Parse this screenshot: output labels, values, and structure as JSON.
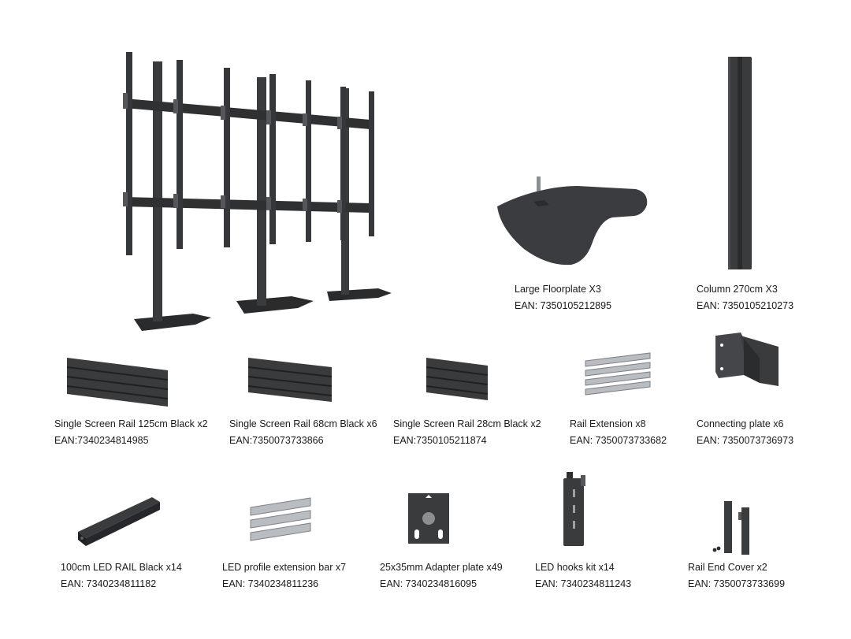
{
  "products": [
    {
      "id": "floorplate",
      "name": "Large Floorplate X3",
      "ean": "EAN: 7350105212895"
    },
    {
      "id": "column",
      "name": "Column 270cm X3",
      "ean": "EAN: 7350105210273"
    },
    {
      "id": "rail125",
      "name": "Single Screen Rail 125cm Black x2",
      "ean": "EAN:7340234814985"
    },
    {
      "id": "rail68",
      "name": "Single Screen Rail 68cm Black x6",
      "ean": "EAN:7350073733866"
    },
    {
      "id": "rail28",
      "name": "Single Screen Rail 28cm Black x2",
      "ean": "EAN:7350105211874"
    },
    {
      "id": "rail-extension",
      "name": "Rail Extension x8",
      "ean": "EAN: 7350073733682"
    },
    {
      "id": "connecting-plate",
      "name": "Connecting plate x6",
      "ean": "EAN: 7350073736973"
    },
    {
      "id": "led-rail",
      "name": "100cm LED RAIL  Black x14",
      "ean": "EAN: 7340234811182"
    },
    {
      "id": "led-profile-bar",
      "name": "LED profile extension bar x7",
      "ean": "EAN: 7340234811236"
    },
    {
      "id": "adapter-plate",
      "name": "25x35mm Adapter plate x49",
      "ean": "EAN: 7340234816095"
    },
    {
      "id": "led-hooks",
      "name": "LED hooks kit x14",
      "ean": "EAN: 7340234811243"
    },
    {
      "id": "rail-end-cover",
      "name": "Rail End Cover x2",
      "ean": "EAN: 7350073733699"
    }
  ],
  "colors": {
    "metal": "#3a3b3d",
    "metal_dark": "#222325",
    "metal_light": "#5c5d60",
    "steel": "#b9bcc0",
    "steel_dark": "#7e8286"
  }
}
